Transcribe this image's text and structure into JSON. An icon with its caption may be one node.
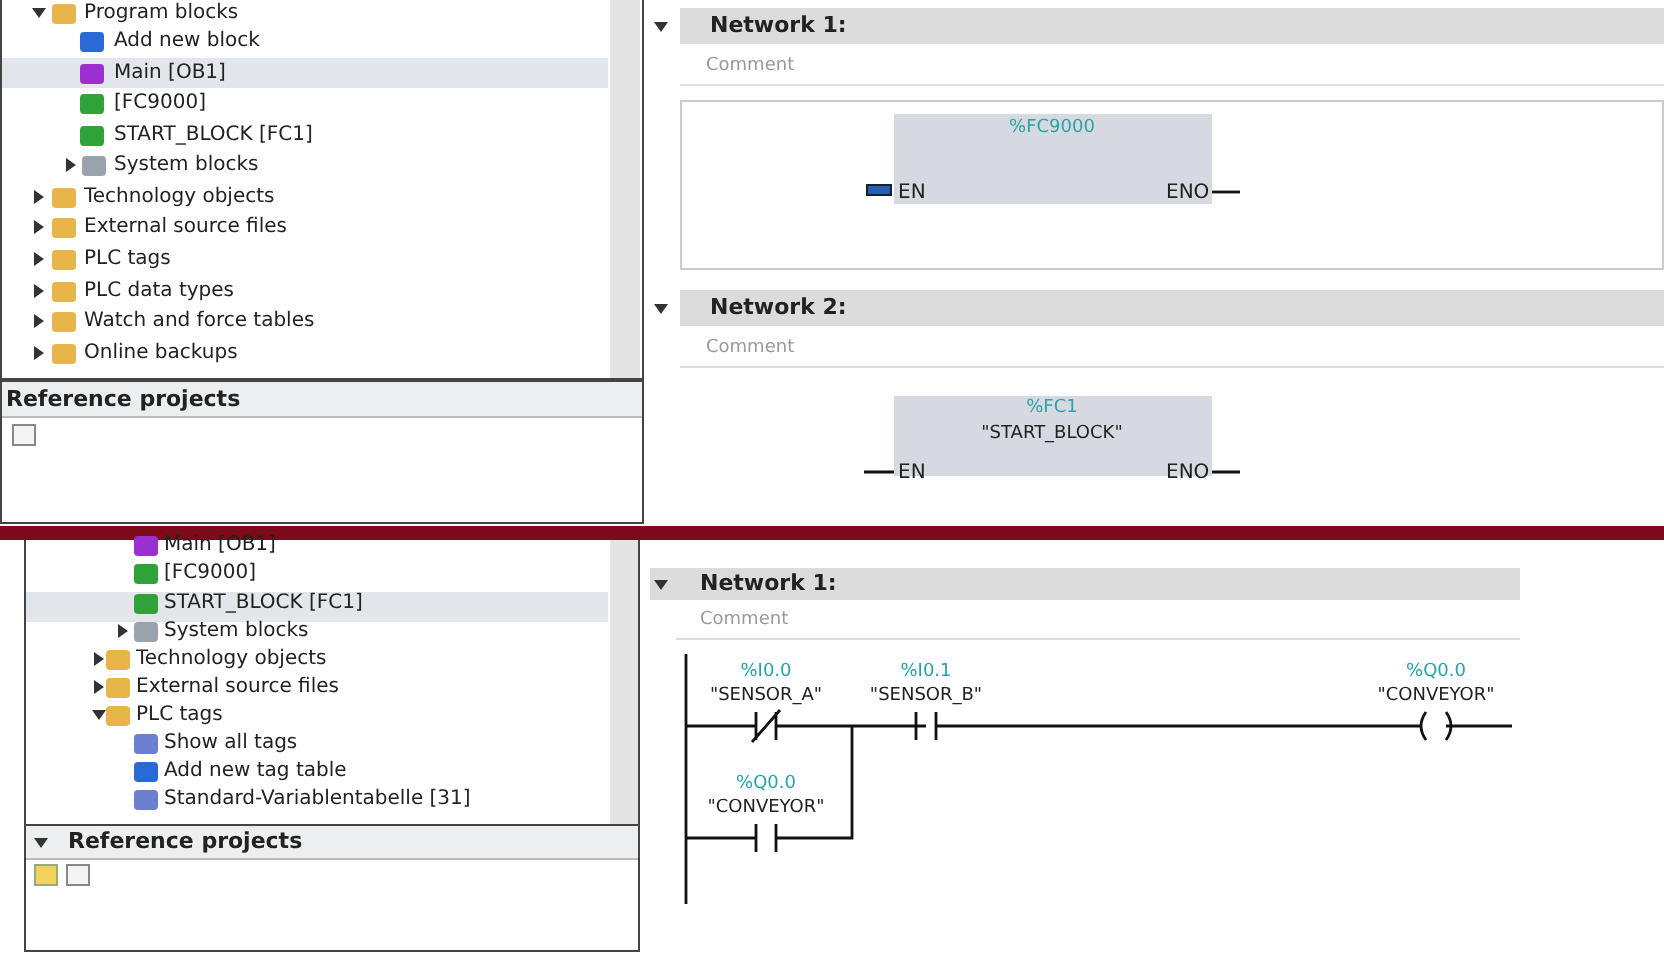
{
  "diagram": {
    "labels": [
      "Program blocks",
      "Add new block",
      "Main [OB1]",
      "[FC9000]",
      "START_BLOCK [FC1]",
      "System blocks",
      "Technology objects",
      "External source files",
      "PLC tags",
      "PLC data types",
      "Watch and force tables",
      "Online backups",
      "Reference projects",
      "Network 1:",
      "Comment",
      "%FC9000",
      "EN",
      "ENO",
      "Network 2:",
      "Comment",
      "%FC1",
      "\"START_BLOCK\"",
      "EN",
      "ENO",
      "Main [OB1]",
      "[FC9000]",
      "START_BLOCK [FC1]",
      "System blocks",
      "Technology objects",
      "External source files",
      "PLC tags",
      "Show all tags",
      "Add new tag table",
      "Standard-Variablentabelle [31]",
      "Reference projects",
      "Network 1:",
      "Comment",
      "%I0.0",
      "\"SENSOR_A\"",
      "%I0.1",
      "\"SENSOR_B\"",
      "%Q0.0",
      "\"CONVEYOR\"",
      "%Q0.0",
      "\"CONVEYOR\""
    ]
  }
}
